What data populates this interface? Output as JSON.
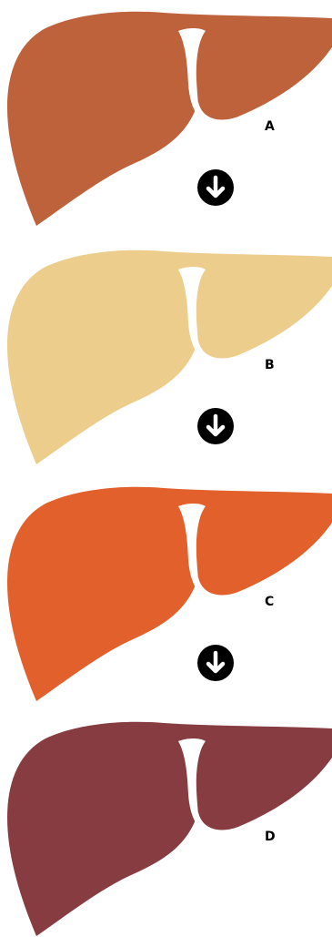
{
  "stages": [
    {
      "id": "a",
      "label": "A",
      "color": "#BE623C"
    },
    {
      "id": "b",
      "label": "B",
      "color": "#ECCD8B"
    },
    {
      "id": "c",
      "label": "C",
      "color": "#E2602B"
    },
    {
      "id": "d",
      "label": "D",
      "color": "#873C42"
    }
  ],
  "arrows": [
    {
      "icon": "arrow-down-circle-icon",
      "color": "#000000"
    },
    {
      "icon": "arrow-down-circle-icon",
      "color": "#000000"
    },
    {
      "icon": "arrow-down-circle-icon",
      "color": "#000000"
    }
  ]
}
